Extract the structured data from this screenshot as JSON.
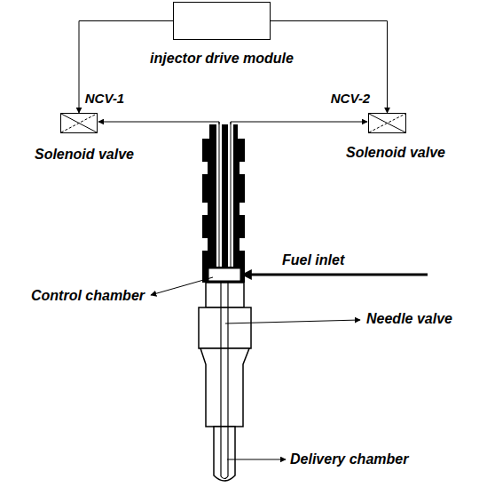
{
  "diagram": {
    "nodes": [
      {
        "text": [
          "injector drive module"
        ]
      },
      {
        "text": [
          "NCV-1",
          "Solenoid valve"
        ]
      },
      {
        "text": [
          "NCV-2",
          "Solenoid valve"
        ]
      }
    ],
    "edges": [
      {
        "from": 0,
        "to": 1,
        "arrow": "to"
      },
      {
        "from": 0,
        "to": 2,
        "arrow": "to"
      }
    ],
    "labels": [
      "Fuel inlet",
      "Control chamber",
      "Needle valve",
      "Delivery chamber"
    ]
  }
}
